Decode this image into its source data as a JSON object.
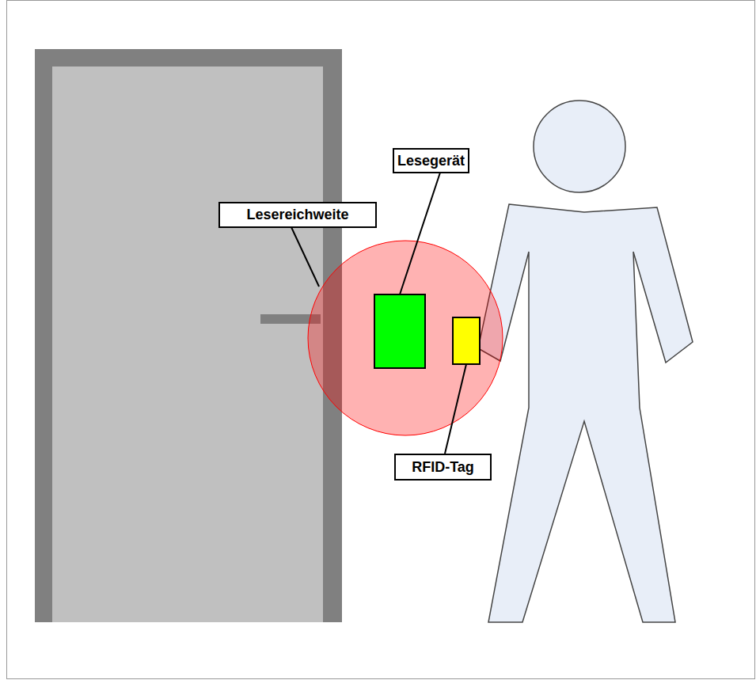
{
  "diagram": {
    "nodes": [
      {
        "text": [
          "Lesegerät"
        ]
      },
      {
        "text": [
          "Lesereichweite"
        ]
      },
      {
        "text": [
          "RFID-Tag"
        ]
      }
    ]
  }
}
